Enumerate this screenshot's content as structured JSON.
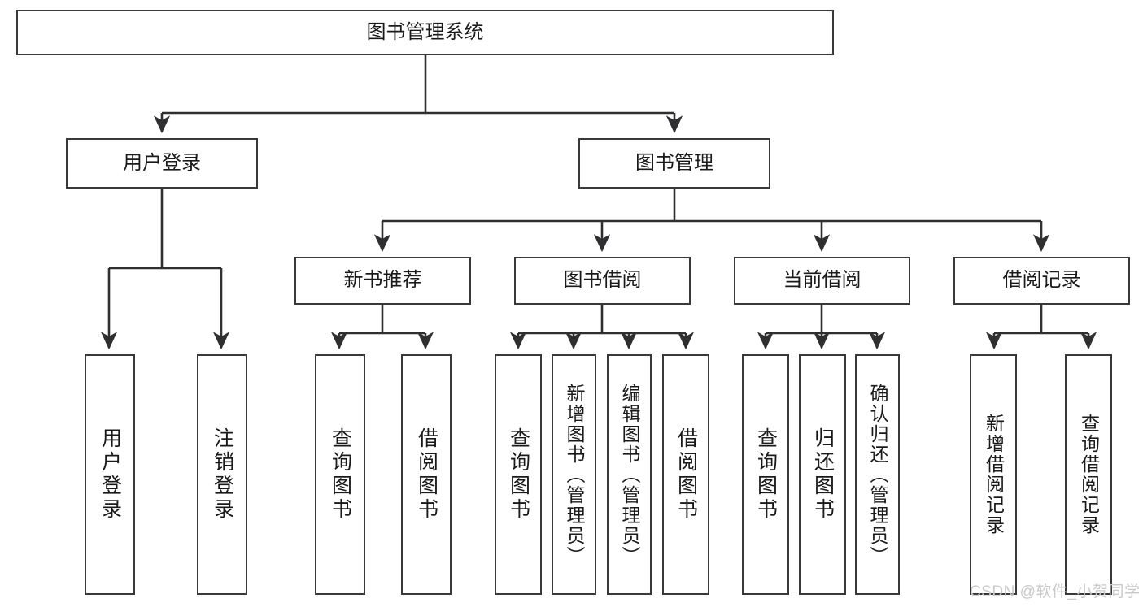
{
  "diagram": {
    "type": "tree-hierarchy-diagram",
    "title": "图书管理系统",
    "nodes": {
      "root": {
        "label": "图书管理系统"
      },
      "level2": [
        {
          "id": "user-login",
          "label": "用户登录"
        },
        {
          "id": "book-management",
          "label": "图书管理"
        }
      ],
      "level3": [
        {
          "id": "new-book-recommend",
          "label": "新书推荐"
        },
        {
          "id": "book-borrow",
          "label": "图书借阅"
        },
        {
          "id": "current-borrow",
          "label": "当前借阅"
        },
        {
          "id": "borrow-record",
          "label": "借阅记录"
        }
      ],
      "leaves": {
        "user_login": [
          {
            "id": "leaf-user-login",
            "label": "用户登录"
          },
          {
            "id": "leaf-user-logout",
            "label": "注销登录"
          }
        ],
        "new_book_recommend": [
          {
            "id": "leaf-query-book-1",
            "label": "查询图书"
          },
          {
            "id": "leaf-borrow-book-1",
            "label": "借阅图书"
          }
        ],
        "book_borrow": [
          {
            "id": "leaf-query-book-2",
            "label": "查询图书"
          },
          {
            "id": "leaf-add-book-admin",
            "label": "新增图书（管理员）"
          },
          {
            "id": "leaf-edit-book-admin",
            "label": "编辑图书（管理员）"
          },
          {
            "id": "leaf-borrow-book-2",
            "label": "借阅图书"
          }
        ],
        "current_borrow": [
          {
            "id": "leaf-query-book-3",
            "label": "查询图书"
          },
          {
            "id": "leaf-return-book",
            "label": "归还图书"
          },
          {
            "id": "leaf-confirm-return-admin",
            "label": "确认归还（管理员）"
          }
        ],
        "borrow_record": [
          {
            "id": "leaf-add-borrow-record",
            "label": "新增借阅记录"
          },
          {
            "id": "leaf-query-borrow-record",
            "label": "查询借阅记录"
          }
        ]
      }
    },
    "colors": {
      "node_border": "#39393b",
      "node_fill": "#ffffff",
      "edge": "#2f2f31",
      "text": "#1a1a1a",
      "background": "#ffffff",
      "watermark": "#c9c9c9"
    }
  },
  "watermark": {
    "text": "CSDN @软件_小贺同学"
  }
}
